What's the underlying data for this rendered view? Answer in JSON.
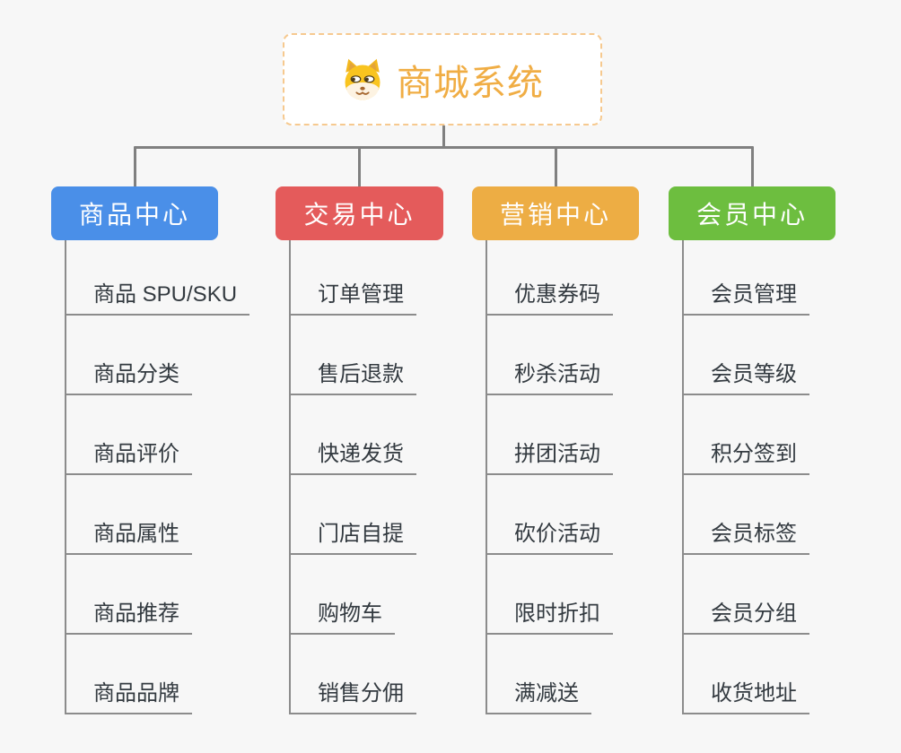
{
  "root": {
    "title": "商城系统",
    "icon": "shiba-dog-icon",
    "text_color": "#f0ad44",
    "border_color": "#f6c98f"
  },
  "branches": [
    {
      "label": "商品中心",
      "color": "#4a8fe8",
      "items": [
        "商品 SPU/SKU",
        "商品分类",
        "商品评价",
        "商品属性",
        "商品推荐",
        "商品品牌"
      ]
    },
    {
      "label": "交易中心",
      "color": "#e45b5b",
      "items": [
        "订单管理",
        "售后退款",
        "快递发货",
        "门店自提",
        "购物车",
        "销售分佣"
      ]
    },
    {
      "label": "营销中心",
      "color": "#edad44",
      "items": [
        "优惠券码",
        "秒杀活动",
        "拼团活动",
        "砍价活动",
        "限时折扣",
        "满减送"
      ]
    },
    {
      "label": "会员中心",
      "color": "#6dbe3f",
      "items": [
        "会员管理",
        "会员等级",
        "积分签到",
        "会员标签",
        "会员分组",
        "收货地址"
      ]
    }
  ],
  "style": {
    "background_color": "#f7f7f7",
    "connector_color": "#808080",
    "leaf_line_color": "#8c8c8c",
    "leaf_text_color": "#333a40"
  }
}
